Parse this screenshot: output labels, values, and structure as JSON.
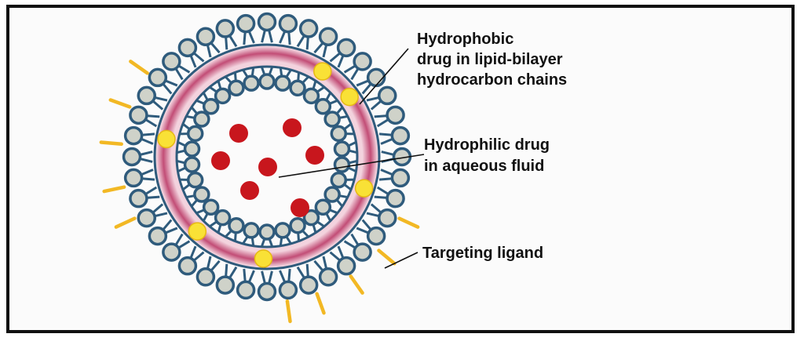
{
  "labels": {
    "hydrophobic": [
      "Hydrophobic",
      "drug in lipid-bilayer",
      "hydrocarbon chains"
    ],
    "hydrophilic": [
      "Hydrophilic drug",
      "in aqueous fluid"
    ],
    "ligand": "Targeting ligand"
  },
  "colors": {
    "membrane_edge": "#2f5b7c",
    "head_fill": "#cfd2c9",
    "bilayer_core": "#c24d76",
    "bilayer_glow": "#f1c9d6",
    "hydrophobic_drug": "#f9e136",
    "hydrophilic_drug": "#c8161d",
    "ligand": "#f2b824"
  },
  "icons": {
    "hydrophobic_drug": "yellow-dot-icon",
    "hydrophilic_drug": "red-dot-icon",
    "ligand": "ligand-stick-icon"
  }
}
